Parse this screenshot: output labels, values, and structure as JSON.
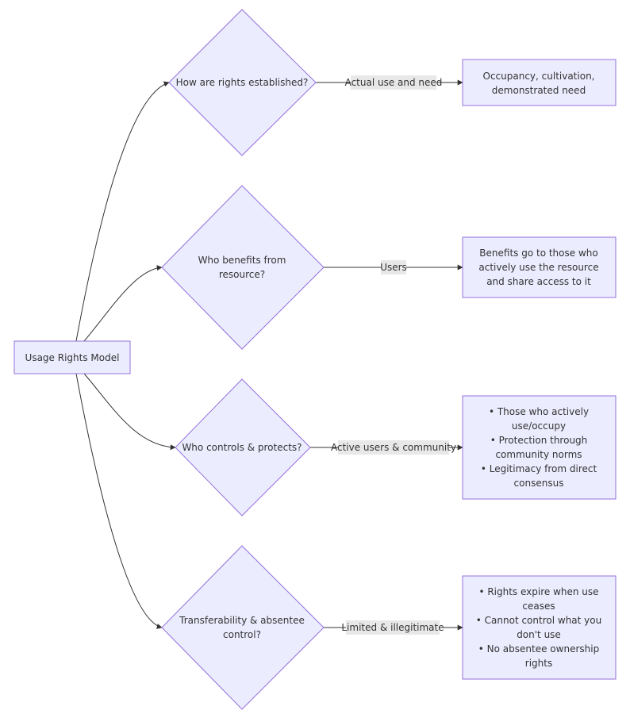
{
  "root": {
    "label": "Usage Rights Model"
  },
  "branches": [
    {
      "question": [
        "How are rights established?"
      ],
      "edge_label": "Actual use and need",
      "answer": [
        "Occupancy, cultivation,",
        "demonstrated need"
      ]
    },
    {
      "question": [
        "Who benefits from",
        "resource?"
      ],
      "edge_label": "Users",
      "answer": [
        "Benefits go to those who",
        "actively use the resource",
        "and share access to it"
      ]
    },
    {
      "question": [
        "Who controls & protects?"
      ],
      "edge_label": "Active users & community",
      "answer": [
        "• Those who actively",
        "use/occupy",
        "• Protection through",
        "community norms",
        "• Legitimacy from direct",
        "consensus"
      ]
    },
    {
      "question": [
        "Transferability & absentee",
        "control?"
      ],
      "edge_label": "Limited & illegitimate",
      "answer": [
        "• Rights expire when use",
        "ceases",
        "• Cannot control what you",
        "don't use",
        "• No absentee ownership",
        "rights"
      ]
    }
  ]
}
